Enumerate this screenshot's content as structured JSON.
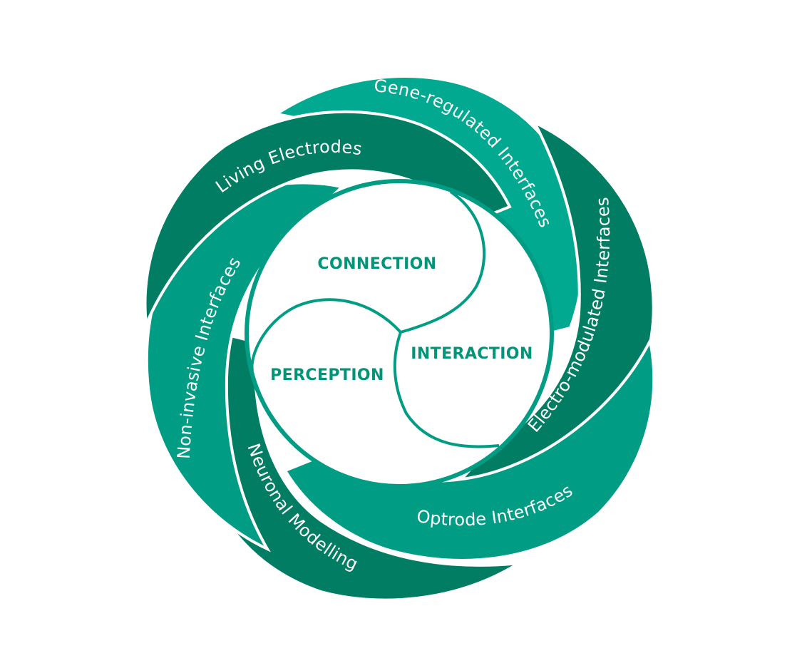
{
  "colors": {
    "dark_green": "#007D62",
    "mid_green": "#009C84",
    "light_green": "#00A98F",
    "core_text": "#009478",
    "background": "#FFFFFF"
  },
  "petals": [
    {
      "label": "Living Electrodes",
      "color": "dark_green"
    },
    {
      "label": "Gene-regulated Interfaces",
      "color": "light_green"
    },
    {
      "label": "Electro-modulated Interfaces",
      "color": "dark_green"
    },
    {
      "label": "Optrode Interfaces",
      "color": "mid_green"
    },
    {
      "label": "Neuronal Modelling",
      "color": "dark_green"
    },
    {
      "label": "Non-invasive Interfaces",
      "color": "mid_green"
    }
  ],
  "core": {
    "connection": "CONNECTION",
    "interaction": "INTERACTION",
    "perception": "PERCEPTION"
  }
}
